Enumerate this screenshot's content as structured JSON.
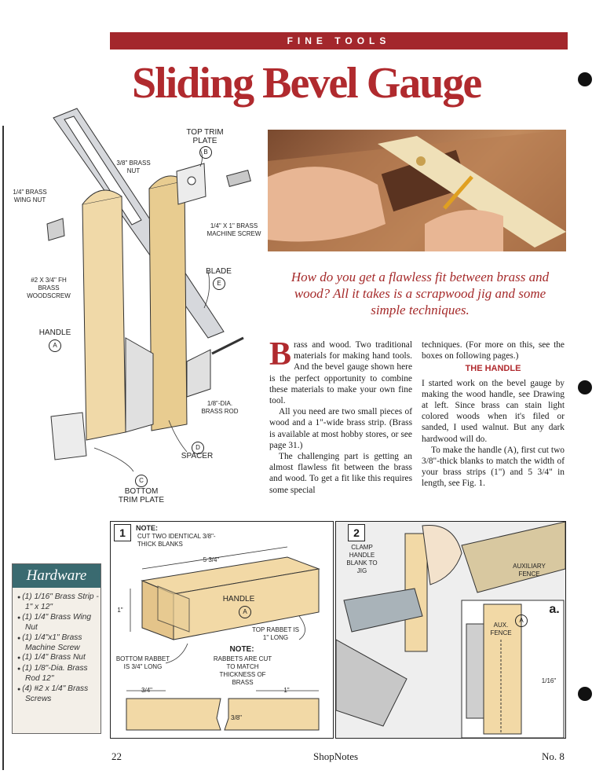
{
  "banner": "FINE TOOLS",
  "title": "Sliding Bevel Gauge",
  "intro": "How do you get a flawless fit between brass and wood? All it takes is a scrapwood jig and some simple techniques.",
  "drawing": {
    "top_trim_plate": "TOP TRIM PLATE",
    "top_trim_plate_letter": "B",
    "brass_nut": "3/8\" BRASS NUT",
    "wing_nut": "1/4\" BRASS WING NUT",
    "machine_screw": "1/4\" x 1\" BRASS MACHINE SCREW",
    "woodscrew": "#2 x 3/4\" Fh BRASS WOODSCREW",
    "handle": "HANDLE",
    "handle_letter": "A",
    "blade": "BLADE",
    "blade_letter": "E",
    "brass_rod": "1/8\"-DIA. BRASS ROD",
    "spacer": "SPACER",
    "spacer_letter": "D",
    "bottom_trim_plate": "BOTTOM TRIM PLATE",
    "bottom_trim_plate_letter": "C"
  },
  "body": {
    "dropcap": "B",
    "col1_p1": "rass and wood. Two traditional materials for making hand tools. And the bevel gauge shown here is the perfect opportunity to combine these materials to make your own fine tool.",
    "col1_p2": "All you need are two small pieces of wood and a 1\"-wide brass strip. (Brass is available at most hobby stores, or see page 31.)",
    "col1_p3": "The challenging part is getting an almost flawless fit between the brass and wood. To get a fit like this requires some special",
    "col2_p1": "techniques. (For more on this, see the boxes on following pages.)",
    "subhead": "THE HANDLE",
    "col2_p2": "I started work on the bevel gauge by making the wood handle, see Drawing at left. Since brass can stain light colored woods when it's filed or sanded, I used walnut. But any dark hardwood will do.",
    "col2_p3": "To make the handle (A), first cut two 3/8\"-thick blanks to match the width of your brass strips (1\") and 5 3/4\" in length, see Fig. 1."
  },
  "hardware": {
    "title": "Hardware",
    "items": [
      "(1) 1/16\" Brass Strip - 1\" x 12\"",
      "(1) 1/4\" Brass Wing Nut",
      "(1) 1/4\"x1\" Brass Machine Screw",
      "(1) 1/4\" Brass Nut",
      "(1) 1/8\"-Dia. Brass Rod 12\"",
      "(4) #2 x 1/4\" Brass Screws"
    ]
  },
  "fig1": {
    "number": "1",
    "note_title": "NOTE:",
    "note_text": "CUT TWO IDENTICAL 3/8\"-THICK BLANKS",
    "length": "5 3/4\"",
    "height": "1\"",
    "handle": "HANDLE",
    "handle_letter": "A",
    "top_rabbet": "TOP RABBET IS 1\" LONG",
    "bottom_rabbet": "BOTTOM RABBET IS 3/4\" LONG",
    "note2_title": "NOTE:",
    "note2_text": "RABBETS ARE CUT TO MATCH THICKNESS OF BRASS",
    "dim_left": "3/4\"",
    "dim_right": "1\"",
    "dim_depth": "3/8\""
  },
  "fig2": {
    "number": "2",
    "clamp": "CLAMP HANDLE BLANK TO JIG",
    "aux_fence": "AUXILIARY FENCE",
    "detail": "a.",
    "aux_fence_small": "AUX. FENCE",
    "letter": "A",
    "dim": "1/16\""
  },
  "footer": {
    "page": "22",
    "magazine": "ShopNotes",
    "issue": "No. 8"
  }
}
